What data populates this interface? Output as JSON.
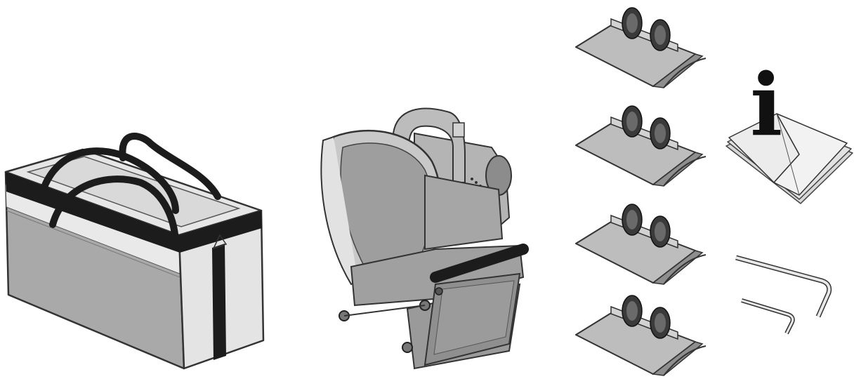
{
  "scene": {
    "items": [
      {
        "name": "carry-bag-icon"
      },
      {
        "name": "pipe-cutter-machine-icon"
      },
      {
        "name": "clamp-guide-icon",
        "count": 4
      },
      {
        "name": "manual-book-icon"
      },
      {
        "name": "hex-key-icon",
        "count": 2
      }
    ]
  },
  "manual": {
    "letter": "i"
  },
  "colors": {
    "outline": "#333333",
    "strap": "#1c1c1c",
    "light_gray": "#e4e4e4",
    "mid_gray": "#a8a8a8",
    "dark_gray": "#6e6e6e"
  }
}
